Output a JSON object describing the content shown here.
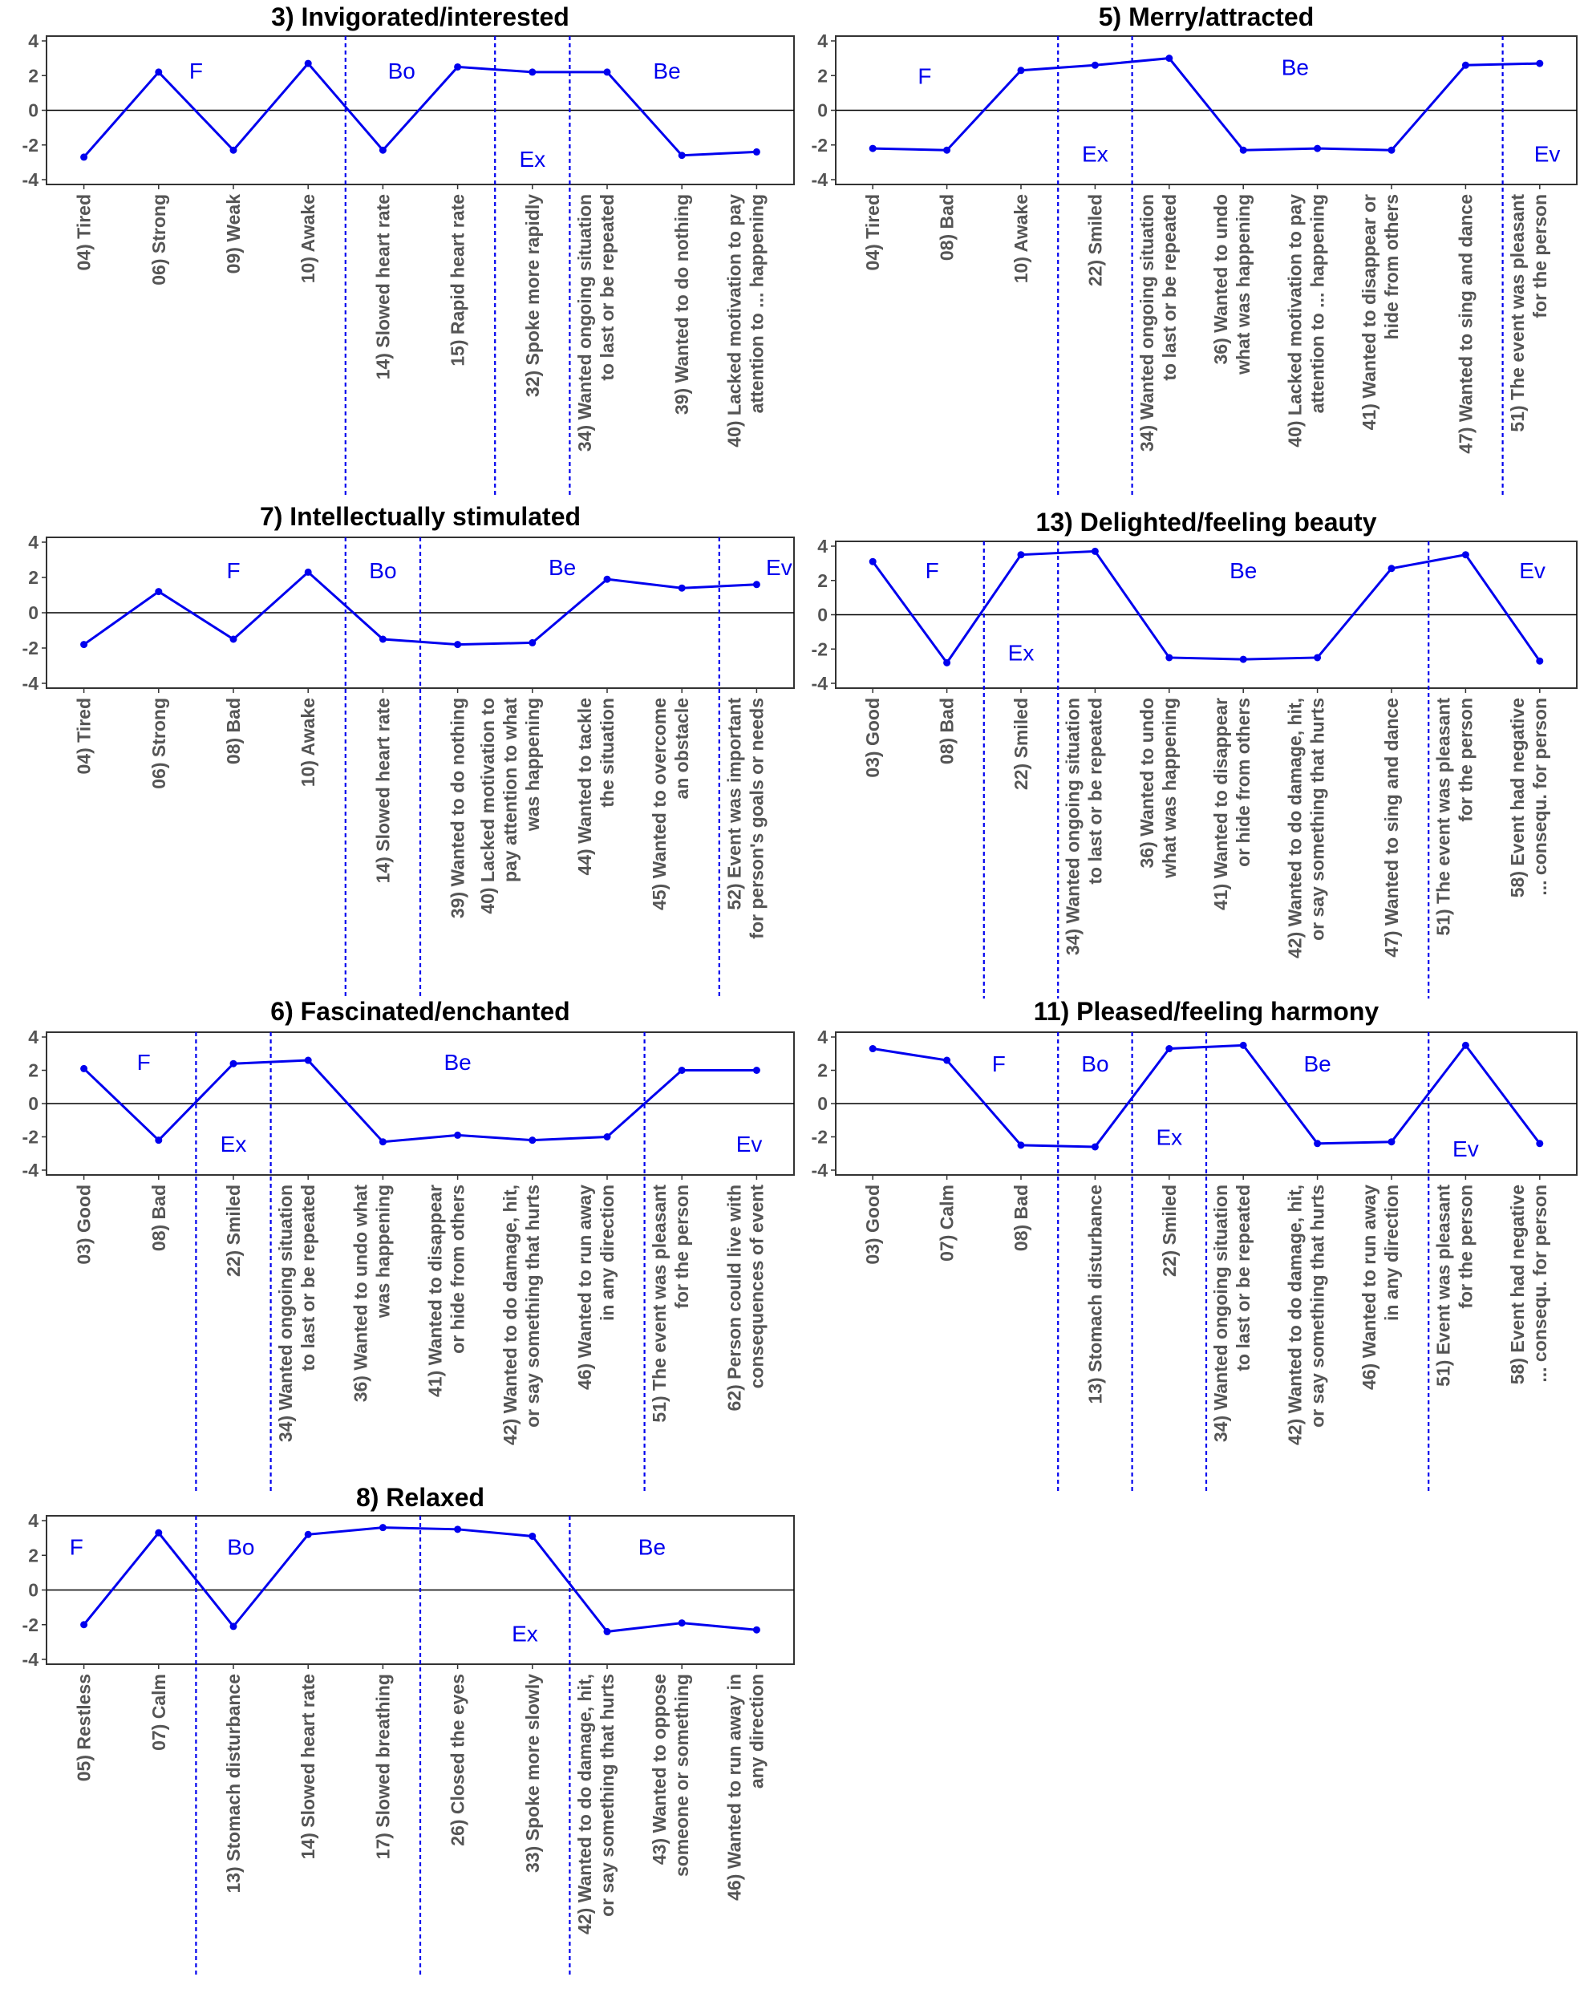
{
  "colors": {
    "line": "#0000ee",
    "text": "#555555",
    "axis": "#000000",
    "title": "#000000"
  },
  "chart_data": [
    {
      "type": "line",
      "title": "3) Invigorated/interested",
      "ylim": [
        -4,
        4
      ],
      "yticks": [
        "4",
        "2",
        "0",
        "-2",
        "-4"
      ],
      "categories": [
        [
          "04) Tired"
        ],
        [
          "06) Strong"
        ],
        [
          "09) Weak"
        ],
        [
          "10) Awake"
        ],
        [
          "14) Slowed heart rate"
        ],
        [
          "15) Rapid heart rate"
        ],
        [
          "32) Spoke more rapidly"
        ],
        [
          "34) Wanted ongoing situation",
          "to last or be repeated"
        ],
        [
          "39) Wanted to do nothing"
        ],
        [
          "40) Lacked motivation to pay",
          "attention to ... happening"
        ]
      ],
      "values": [
        -2.7,
        2.2,
        -2.3,
        2.7,
        -2.3,
        2.5,
        2.2,
        2.2,
        -2.6,
        -2.4
      ],
      "dividers": [
        3.5,
        5.5,
        6.5
      ],
      "regions": [
        {
          "label": "F",
          "at": 1.5,
          "y": 2.3
        },
        {
          "label": "Bo",
          "at": 4.25,
          "y": 2.3
        },
        {
          "label": "Ex",
          "at": 6.0,
          "y": -2.8
        },
        {
          "label": "Be",
          "at": 7.8,
          "y": 2.3
        }
      ]
    },
    {
      "type": "line",
      "title": "5) Merry/attracted",
      "ylim": [
        -4,
        4
      ],
      "yticks": [
        "4",
        "2",
        "0",
        "-2",
        "-4"
      ],
      "categories": [
        [
          "04) Tired"
        ],
        [
          "08) Bad"
        ],
        [
          "10) Awake"
        ],
        [
          "22) Smiled"
        ],
        [
          "34) Wanted ongoing situation",
          "to last or be repeated"
        ],
        [
          "36) Wanted to undo",
          "what was happening"
        ],
        [
          "40) Lacked motivation to pay",
          "attention to ... happening"
        ],
        [
          "41) Wanted to disappear or",
          "hide from others"
        ],
        [
          "47) Wanted to sing and dance"
        ],
        [
          "51) The event was pleasant",
          "for the person"
        ]
      ],
      "values": [
        -2.2,
        -2.3,
        2.3,
        2.6,
        3.0,
        -2.3,
        -2.2,
        -2.3,
        2.6,
        2.7
      ],
      "dividers": [
        2.5,
        3.5,
        8.5
      ],
      "regions": [
        {
          "label": "F",
          "at": 0.7,
          "y": 2.0
        },
        {
          "label": "Ex",
          "at": 3.0,
          "y": -2.5
        },
        {
          "label": "Be",
          "at": 5.7,
          "y": 2.5
        },
        {
          "label": "Ev",
          "at": 9.1,
          "y": -2.5
        }
      ]
    },
    {
      "type": "line",
      "title": "7) Intellectually stimulated",
      "ylim": [
        -4,
        4
      ],
      "yticks": [
        "4",
        "2",
        "0",
        "-2",
        "-4"
      ],
      "categories": [
        [
          "04) Tired"
        ],
        [
          "06) Strong"
        ],
        [
          "08) Bad"
        ],
        [
          "10) Awake"
        ],
        [
          "14) Slowed heart rate"
        ],
        [
          "39) Wanted to do nothing"
        ],
        [
          "40) Lacked motivation to",
          "pay attention to what",
          "was happening"
        ],
        [
          "44) Wanted to tackle",
          "the situation"
        ],
        [
          "45) Wanted to overcome",
          "an obstacle"
        ],
        [
          "52) Event was important",
          "for person's goals or needs"
        ]
      ],
      "values": [
        -1.8,
        1.2,
        -1.5,
        2.3,
        -1.5,
        -1.8,
        -1.7,
        1.9,
        1.4,
        1.6
      ],
      "dividers": [
        3.5,
        4.5,
        8.5
      ],
      "regions": [
        {
          "label": "F",
          "at": 2.0,
          "y": 2.4
        },
        {
          "label": "Bo",
          "at": 4.0,
          "y": 2.4
        },
        {
          "label": "Be",
          "at": 6.4,
          "y": 2.6
        },
        {
          "label": "Ev",
          "at": 9.3,
          "y": 2.6
        }
      ]
    },
    {
      "type": "line",
      "title": "13) Delighted/feeling beauty",
      "ylim": [
        -4,
        4
      ],
      "yticks": [
        "4",
        "2",
        "0",
        "-2",
        "-4"
      ],
      "categories": [
        [
          "03) Good"
        ],
        [
          "08) Bad"
        ],
        [
          "22) Smiled"
        ],
        [
          "34) Wanted ongoing situation",
          "to last or be repeated"
        ],
        [
          "36) Wanted to undo",
          "what was happening"
        ],
        [
          "41) Wanted to disappear",
          "or hide from others"
        ],
        [
          "42) Wanted to do damage, hit,",
          "or say something that hurts"
        ],
        [
          "47) Wanted to sing and dance"
        ],
        [
          "51) The event was pleasant",
          "for the person"
        ],
        [
          "58) Event had negative",
          "... consequ. for person"
        ]
      ],
      "values": [
        3.1,
        -2.8,
        3.5,
        3.7,
        -2.5,
        -2.6,
        -2.5,
        2.7,
        3.5,
        -2.7
      ],
      "dividers": [
        1.5,
        2.5,
        7.5
      ],
      "regions": [
        {
          "label": "F",
          "at": 0.8,
          "y": 2.6
        },
        {
          "label": "Ex",
          "at": 2.0,
          "y": -2.2
        },
        {
          "label": "Be",
          "at": 5.0,
          "y": 2.6
        },
        {
          "label": "Ev",
          "at": 8.9,
          "y": 2.6
        }
      ]
    },
    {
      "type": "line",
      "title": "6) Fascinated/enchanted",
      "ylim": [
        -4,
        4
      ],
      "yticks": [
        "4",
        "2",
        "0",
        "-2",
        "-4"
      ],
      "categories": [
        [
          "03) Good"
        ],
        [
          "08) Bad"
        ],
        [
          "22) Smiled"
        ],
        [
          "34) Wanted ongoing situation",
          "to last or be repeated"
        ],
        [
          "36) Wanted to undo what",
          "was happening"
        ],
        [
          "41) Wanted to disappear",
          "or hide from others"
        ],
        [
          "42) Wanted to do damage, hit,",
          "or say something that hurts"
        ],
        [
          "46) Wanted to run away",
          "in any direction"
        ],
        [
          "51) The event was pleasant",
          "for the person"
        ],
        [
          "62) Person could live with",
          "consequences of event"
        ]
      ],
      "values": [
        2.1,
        -2.2,
        2.4,
        2.6,
        -2.3,
        -1.9,
        -2.2,
        -2.0,
        2.0,
        2.0
      ],
      "dividers": [
        1.5,
        2.5,
        7.5
      ],
      "regions": [
        {
          "label": "F",
          "at": 0.8,
          "y": 2.5
        },
        {
          "label": "Ex",
          "at": 2.0,
          "y": -2.4
        },
        {
          "label": "Be",
          "at": 5.0,
          "y": 2.5
        },
        {
          "label": "Ev",
          "at": 8.9,
          "y": -2.4
        }
      ]
    },
    {
      "type": "line",
      "title": "11) Pleased/feeling harmony",
      "ylim": [
        -4,
        4
      ],
      "yticks": [
        "4",
        "2",
        "0",
        "-2",
        "-4"
      ],
      "categories": [
        [
          "03) Good"
        ],
        [
          "07) Calm"
        ],
        [
          "08) Bad"
        ],
        [
          "13) Stomach disturbance"
        ],
        [
          "22) Smiled"
        ],
        [
          "34) Wanted ongoing situation",
          "to last or be repeated"
        ],
        [
          "42) Wanted to do damage, hit,",
          "or say something that hurts"
        ],
        [
          "46) Wanted to run away",
          "in any direction"
        ],
        [
          "51) Event was pleasant",
          "for the person"
        ],
        [
          "58) Event had negative",
          "... consequ. for person"
        ]
      ],
      "values": [
        3.3,
        2.6,
        -2.5,
        -2.6,
        3.3,
        3.5,
        -2.4,
        -2.3,
        3.5,
        -2.4
      ],
      "dividers": [
        2.5,
        3.5,
        4.5,
        7.5
      ],
      "regions": [
        {
          "label": "F",
          "at": 1.7,
          "y": 2.4
        },
        {
          "label": "Bo",
          "at": 3.0,
          "y": 2.4
        },
        {
          "label": "Ex",
          "at": 4.0,
          "y": -2.0
        },
        {
          "label": "Be",
          "at": 6.0,
          "y": 2.4
        },
        {
          "label": "Ev",
          "at": 8.0,
          "y": -2.7
        }
      ]
    },
    {
      "type": "line",
      "title": "8) Relaxed",
      "ylim": [
        -4,
        4
      ],
      "yticks": [
        "4",
        "2",
        "0",
        "-2",
        "-4"
      ],
      "categories": [
        [
          "05) Restless"
        ],
        [
          "07) Calm"
        ],
        [
          "13) Stomach disturbance"
        ],
        [
          "14) Slowed heart rate"
        ],
        [
          "17) Slowed breathing"
        ],
        [
          "26) Closed the eyes"
        ],
        [
          "33) Spoke more slowly"
        ],
        [
          "42) Wanted to do damage, hit,",
          "or say something that hurts"
        ],
        [
          "43) Wanted to oppose",
          "someone or something"
        ],
        [
          "46) Wanted to run away in",
          "any direction"
        ]
      ],
      "values": [
        -2.0,
        3.3,
        -2.1,
        3.2,
        3.6,
        3.5,
        3.1,
        -2.4,
        -1.9,
        -2.3
      ],
      "dividers": [
        1.5,
        4.5,
        6.5
      ],
      "regions": [
        {
          "label": "F",
          "at": -0.1,
          "y": 2.5
        },
        {
          "label": "Bo",
          "at": 2.1,
          "y": 2.5
        },
        {
          "label": "Ex",
          "at": 5.9,
          "y": -2.5
        },
        {
          "label": "Be",
          "at": 7.6,
          "y": 2.5
        }
      ]
    }
  ]
}
